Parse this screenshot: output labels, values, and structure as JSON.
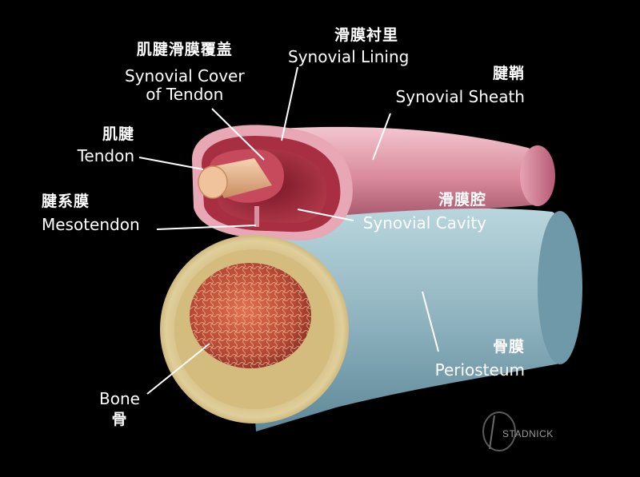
{
  "labels": {
    "synovial_cover": {
      "zh": "肌腱滑膜覆盖",
      "en_line1": "Synovial Cover",
      "en_line2": "of Tendon"
    },
    "synovial_lining": {
      "zh": "滑膜衬里",
      "en": "Synovial Lining"
    },
    "synovial_sheath": {
      "zh": "腱鞘",
      "en": "Synovial Sheath"
    },
    "tendon": {
      "zh": "肌腱",
      "en": "Tendon"
    },
    "mesotendon": {
      "zh": "腱系膜",
      "en": "Mesotendon"
    },
    "synovial_cavity": {
      "zh": "滑膜腔",
      "en": "Synovial Cavity"
    },
    "periosteum": {
      "zh": "骨膜",
      "en": "Periosteum"
    },
    "bone": {
      "en": "Bone",
      "zh": "骨"
    }
  },
  "watermark": {
    "text": "STADNICK"
  },
  "colors": {
    "background": "#000000",
    "sheath": "#d98a9c",
    "lining": "#9e2a3a",
    "tendon": "#e8b88e",
    "periosteum": "#8fb3bf",
    "bone_rim": "#d8c48e",
    "marrow": "#c0553a",
    "leader": "#ffffff"
  }
}
